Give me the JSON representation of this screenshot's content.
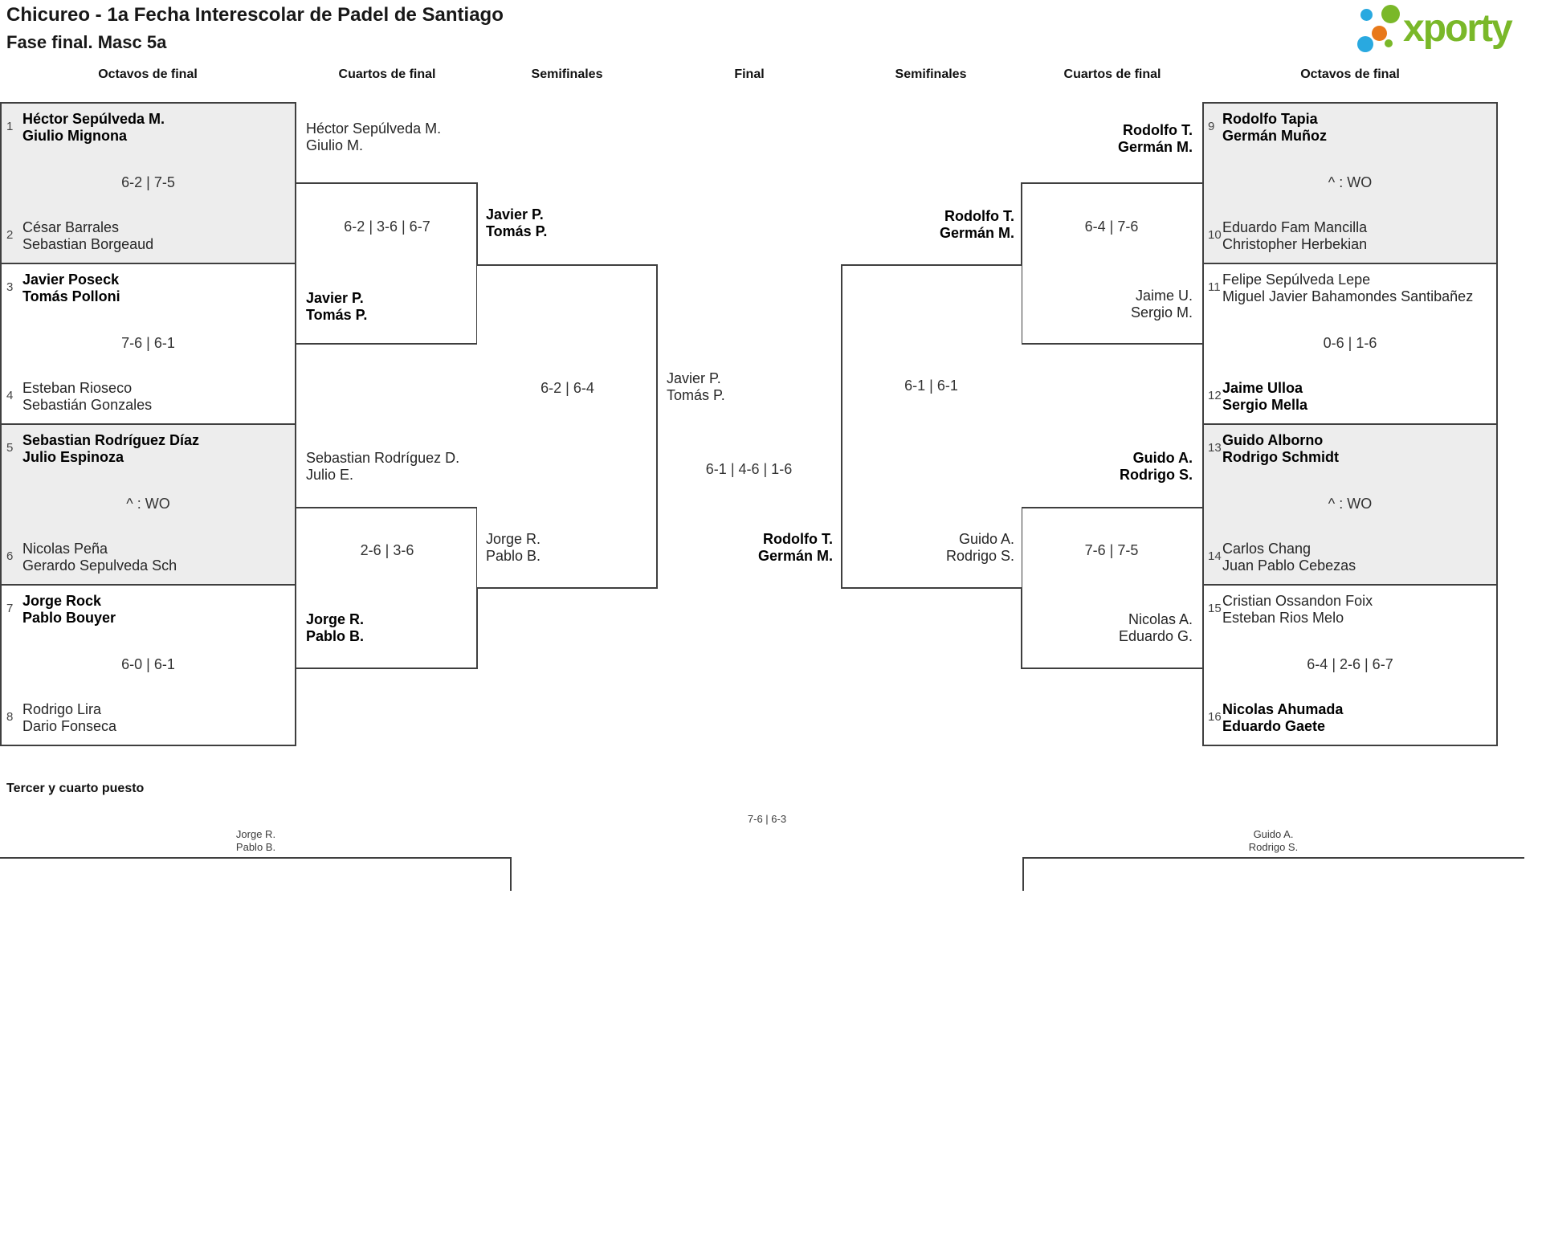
{
  "colors": {
    "brand_green": "#7ab829",
    "brand_blue": "#29a9e0",
    "brand_orange": "#e8791a",
    "line": "#3f3f3f",
    "box_fill_alt": "#ededed"
  },
  "header": {
    "title": "Chicureo - 1a Fecha Interescolar de Padel de Santiago",
    "subtitle": "Fase final. Masc 5a",
    "logo_text": "xporty"
  },
  "round_headers": [
    "Octavos de final",
    "Cuartos de final",
    "Semifinales",
    "Final",
    "Semifinales",
    "Cuartos de final",
    "Octavos de final"
  ],
  "bracket": {
    "r16_left": [
      {
        "seed_top": "1",
        "team_top": [
          "Héctor Sepúlveda M.",
          "Giulio Mignona"
        ],
        "bold_top": true,
        "score": "6-2 | 7-5",
        "seed_bottom": "2",
        "team_bottom": [
          "César Barrales",
          "Sebastian Borgeaud"
        ],
        "bold_bottom": false
      },
      {
        "seed_top": "3",
        "team_top": [
          "Javier Poseck",
          "Tomás Polloni"
        ],
        "bold_top": true,
        "score": "7-6 | 6-1",
        "seed_bottom": "4",
        "team_bottom": [
          "Esteban Rioseco",
          "Sebastián Gonzales"
        ],
        "bold_bottom": false
      },
      {
        "seed_top": "5",
        "team_top": [
          "Sebastian Rodríguez Díaz",
          "Julio Espinoza"
        ],
        "bold_top": true,
        "score": "^ : WO",
        "seed_bottom": "6",
        "team_bottom": [
          "Nicolas Peña",
          "Gerardo Sepulveda Sch"
        ],
        "bold_bottom": false
      },
      {
        "seed_top": "7",
        "team_top": [
          "Jorge Rock",
          "Pablo Bouyer"
        ],
        "bold_top": true,
        "score": "6-0 | 6-1",
        "seed_bottom": "8",
        "team_bottom": [
          "Rodrigo Lira",
          "Dario Fonseca"
        ],
        "bold_bottom": false
      }
    ],
    "qf_left": [
      {
        "team_top": [
          "Héctor Sepúlveda M.",
          "Giulio M."
        ],
        "bold_top": false,
        "score": "6-2 | 3-6 | 6-7",
        "team_bottom": [
          "Javier P.",
          "Tomás P."
        ],
        "bold_bottom": true
      },
      {
        "team_top": [
          "Sebastian Rodríguez D.",
          "Julio E."
        ],
        "bold_top": false,
        "score": "2-6 | 3-6",
        "team_bottom": [
          "Jorge R.",
          "Pablo B."
        ],
        "bold_bottom": true
      }
    ],
    "sf_left": {
      "team_top": [
        "Javier P.",
        "Tomás P."
      ],
      "bold_top": true,
      "score": "6-2 | 6-4",
      "team_bottom": [
        "Jorge R.",
        "Pablo B."
      ],
      "bold_bottom": false
    },
    "final": {
      "team_top": [
        "Javier P.",
        "Tomás P."
      ],
      "bold_top": false,
      "score": "6-1 | 4-6 | 1-6",
      "team_bottom": [
        "Rodolfo T.",
        "Germán M."
      ],
      "bold_bottom": true
    },
    "sf_right": {
      "team_top": [
        "Rodolfo T.",
        "Germán M."
      ],
      "bold_top": true,
      "score": "6-1 | 6-1",
      "team_bottom": [
        "Guido A.",
        "Rodrigo S."
      ],
      "bold_bottom": false
    },
    "qf_right": [
      {
        "team_top": [
          "Rodolfo T.",
          "Germán M."
        ],
        "bold_top": true,
        "score": "6-4 | 7-6",
        "team_bottom": [
          "Jaime U.",
          "Sergio M."
        ],
        "bold_bottom": false
      },
      {
        "team_top": [
          "Guido A.",
          "Rodrigo S."
        ],
        "bold_top": true,
        "score": "7-6 | 7-5",
        "team_bottom": [
          "Nicolas A.",
          "Eduardo G."
        ],
        "bold_bottom": false
      }
    ],
    "r16_right": [
      {
        "seed_top": "9",
        "team_top": [
          "Rodolfo Tapia",
          "Germán Muñoz"
        ],
        "bold_top": true,
        "score": "^ : WO",
        "seed_bottom": "10",
        "team_bottom": [
          "Eduardo Fam Mancilla",
          "Christopher Herbekian"
        ],
        "bold_bottom": false
      },
      {
        "seed_top": "11",
        "team_top": [
          "Felipe Sepúlveda Lepe",
          "Miguel Javier Bahamondes Santibañez"
        ],
        "bold_top": false,
        "score": "0-6 | 1-6",
        "seed_bottom": "12",
        "team_bottom": [
          "Jaime Ulloa",
          "Sergio Mella"
        ],
        "bold_bottom": true
      },
      {
        "seed_top": "13",
        "team_top": [
          "Guido Alborno",
          "Rodrigo Schmidt"
        ],
        "bold_top": true,
        "score": "^ : WO",
        "seed_bottom": "14",
        "team_bottom": [
          "Carlos Chang",
          "Juan Pablo Cebezas"
        ],
        "bold_bottom": false
      },
      {
        "seed_top": "15",
        "team_top": [
          "Cristian Ossandon Foix",
          "Esteban Rios Melo"
        ],
        "bold_top": false,
        "score": "6-4 | 2-6 | 6-7",
        "seed_bottom": "16",
        "team_bottom": [
          "Nicolas Ahumada",
          "Eduardo Gaete"
        ],
        "bold_bottom": true
      }
    ],
    "third_place": {
      "label": "Tercer y cuarto puesto",
      "team_left": [
        "Jorge R.",
        "Pablo B."
      ],
      "score": "7-6 | 6-3",
      "team_right": [
        "Guido A.",
        "Rodrigo S."
      ]
    }
  }
}
